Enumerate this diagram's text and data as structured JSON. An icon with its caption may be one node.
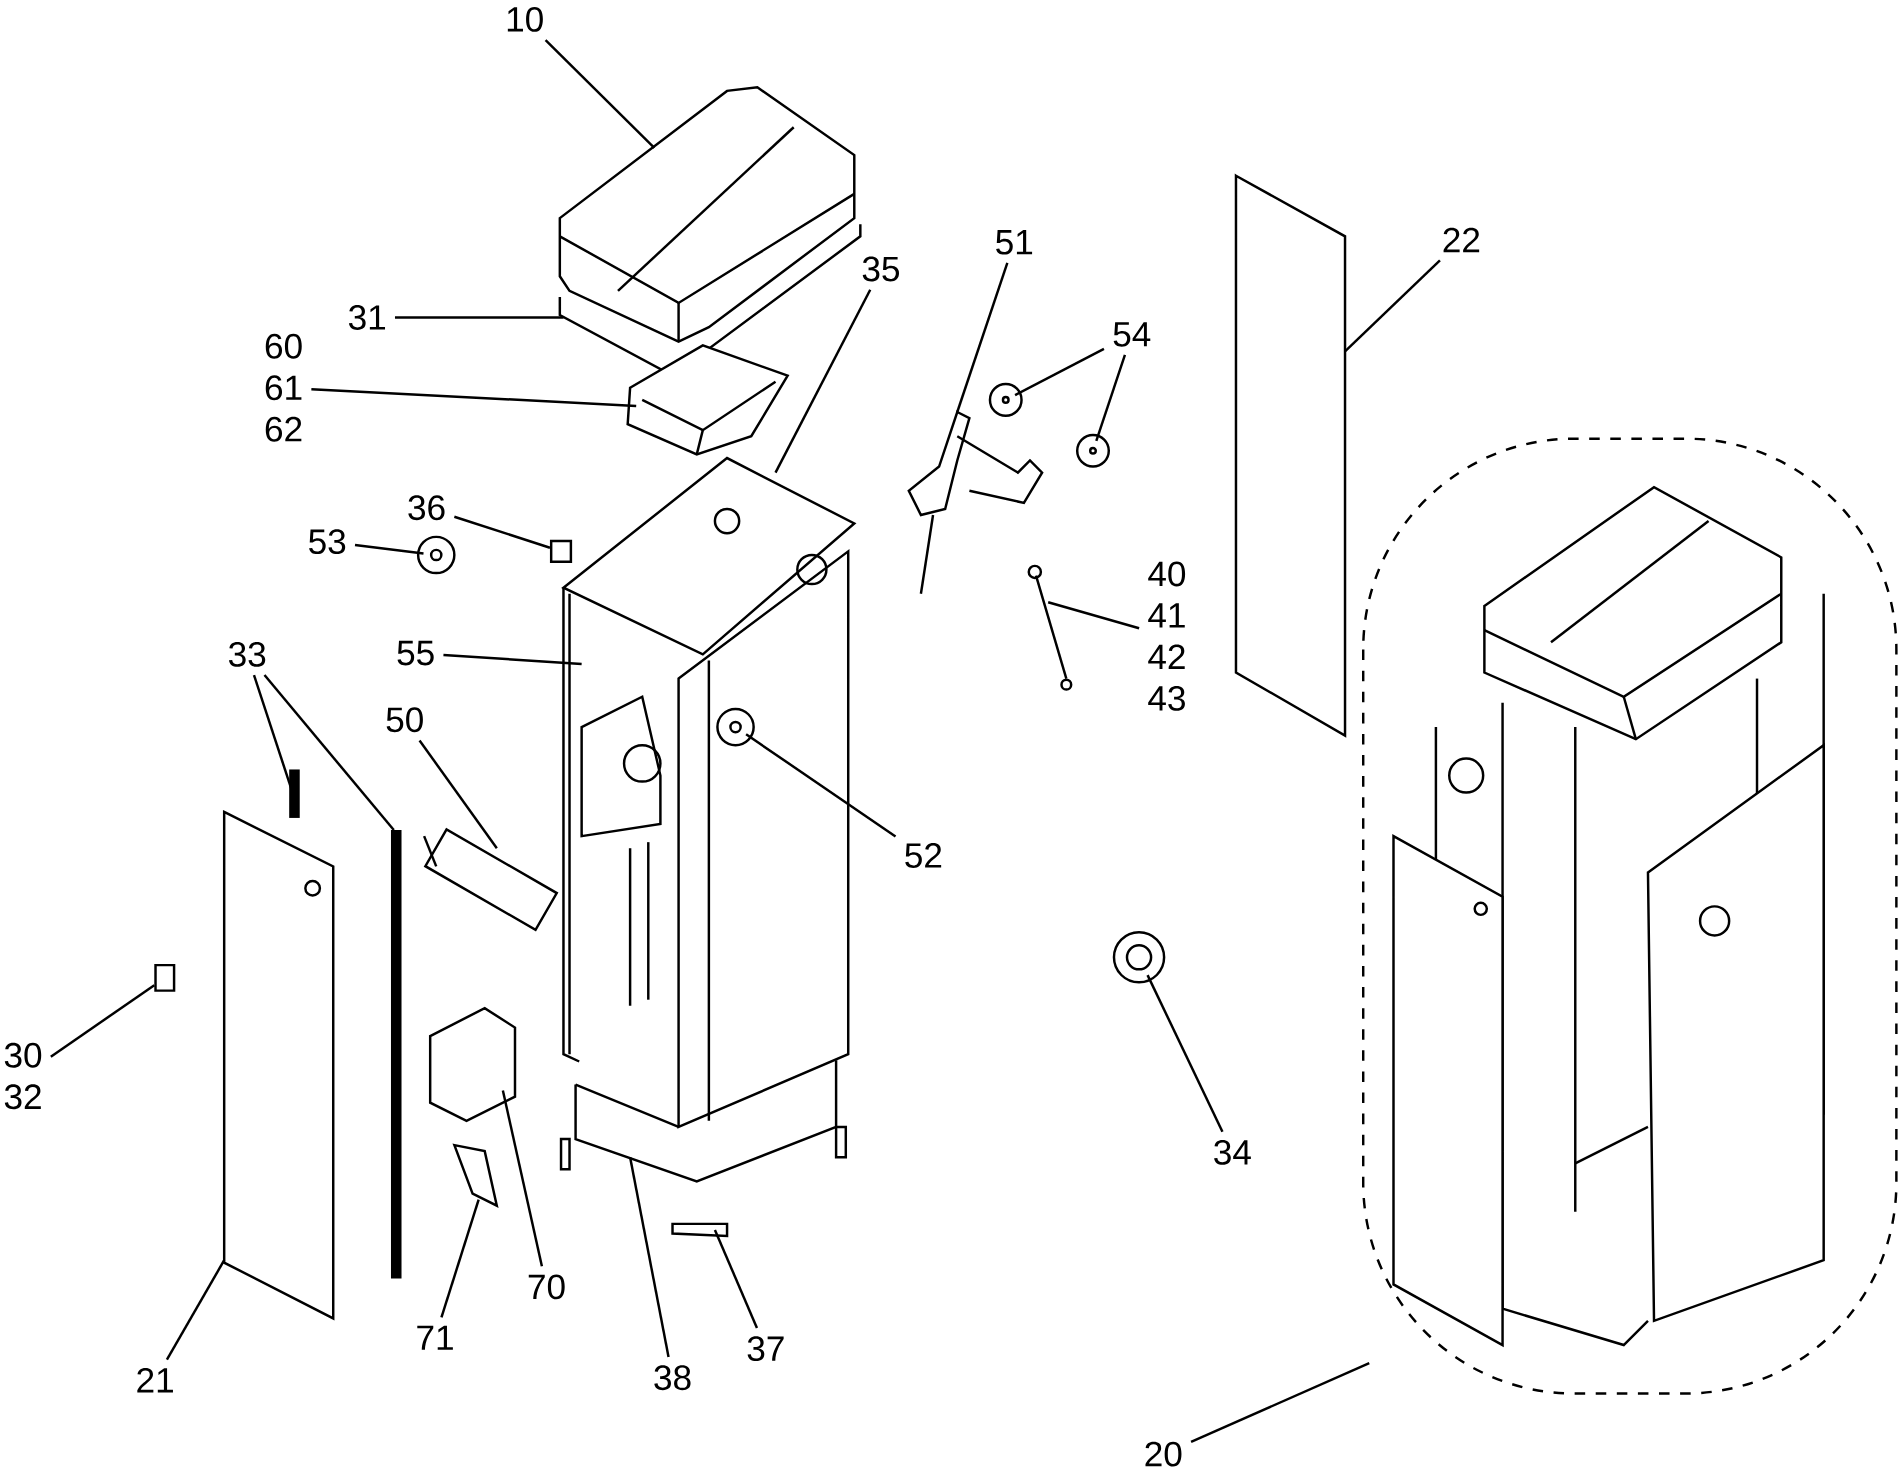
{
  "diagram": {
    "nodes": [
      {
        "text": [
          "10"
        ]
      },
      {
        "text": [
          "31"
        ]
      },
      {
        "text": [
          "60",
          "61",
          "62"
        ]
      },
      {
        "text": [
          "35"
        ]
      },
      {
        "text": [
          "51"
        ]
      },
      {
        "text": [
          "54"
        ]
      },
      {
        "text": [
          "22"
        ]
      },
      {
        "text": [
          "36"
        ]
      },
      {
        "text": [
          "53"
        ]
      },
      {
        "text": [
          "40",
          "41",
          "42",
          "43"
        ]
      },
      {
        "text": [
          "55"
        ]
      },
      {
        "text": [
          "33"
        ]
      },
      {
        "text": [
          "50"
        ]
      },
      {
        "text": [
          "52"
        ]
      },
      {
        "text": [
          "30",
          "32"
        ]
      },
      {
        "text": [
          "34"
        ]
      },
      {
        "text": [
          "70"
        ]
      },
      {
        "text": [
          "71"
        ]
      },
      {
        "text": [
          "21"
        ]
      },
      {
        "text": [
          "38"
        ]
      },
      {
        "text": [
          "37"
        ]
      },
      {
        "text": [
          "20"
        ]
      },
      {
        "text": [],
        "shape": "circle"
      },
      {
        "text": [],
        "shape": "circle"
      },
      {
        "text": [],
        "shape": "box"
      },
      {
        "text": [],
        "shape": "circle"
      },
      {
        "text": [],
        "shape": "circle"
      },
      {
        "text": [],
        "shape": "box"
      },
      {
        "text": [],
        "shape": "circle"
      }
    ],
    "edges": [
      {
        "from": 0,
        "to": null,
        "arrow": "none"
      },
      {
        "from": 1,
        "to": null,
        "arrow": "none"
      },
      {
        "from": 2,
        "to": null,
        "arrow": "none"
      },
      {
        "from": 3,
        "to": null,
        "arrow": "none"
      },
      {
        "from": 4,
        "to": null,
        "arrow": "none"
      },
      {
        "from": 5,
        "to": 22,
        "arrow": "none"
      },
      {
        "from": 5,
        "to": 23,
        "arrow": "none"
      },
      {
        "from": 6,
        "to": null,
        "arrow": "none"
      },
      {
        "from": 7,
        "to": 24,
        "arrow": "none"
      },
      {
        "from": 8,
        "to": 25,
        "arrow": "none"
      },
      {
        "from": 9,
        "to": null,
        "arrow": "none"
      },
      {
        "from": 10,
        "to": null,
        "arrow": "none"
      },
      {
        "from": 11,
        "to": null,
        "arrow": "none"
      },
      {
        "from": 11,
        "to": null,
        "arrow": "none"
      },
      {
        "from": 12,
        "to": null,
        "arrow": "none"
      },
      {
        "from": 13,
        "to": 26,
        "arrow": "none"
      },
      {
        "from": 14,
        "to": 27,
        "arrow": "none"
      },
      {
        "from": 15,
        "to": 28,
        "arrow": "none"
      },
      {
        "from": 16,
        "to": null,
        "arrow": "none"
      },
      {
        "from": 17,
        "to": null,
        "arrow": "none"
      },
      {
        "from": 18,
        "to": null,
        "arrow": "none"
      },
      {
        "from": 19,
        "to": null,
        "arrow": "none"
      },
      {
        "from": 20,
        "to": null,
        "arrow": "none"
      },
      {
        "from": 21,
        "to": null,
        "arrow": "none"
      }
    ]
  }
}
